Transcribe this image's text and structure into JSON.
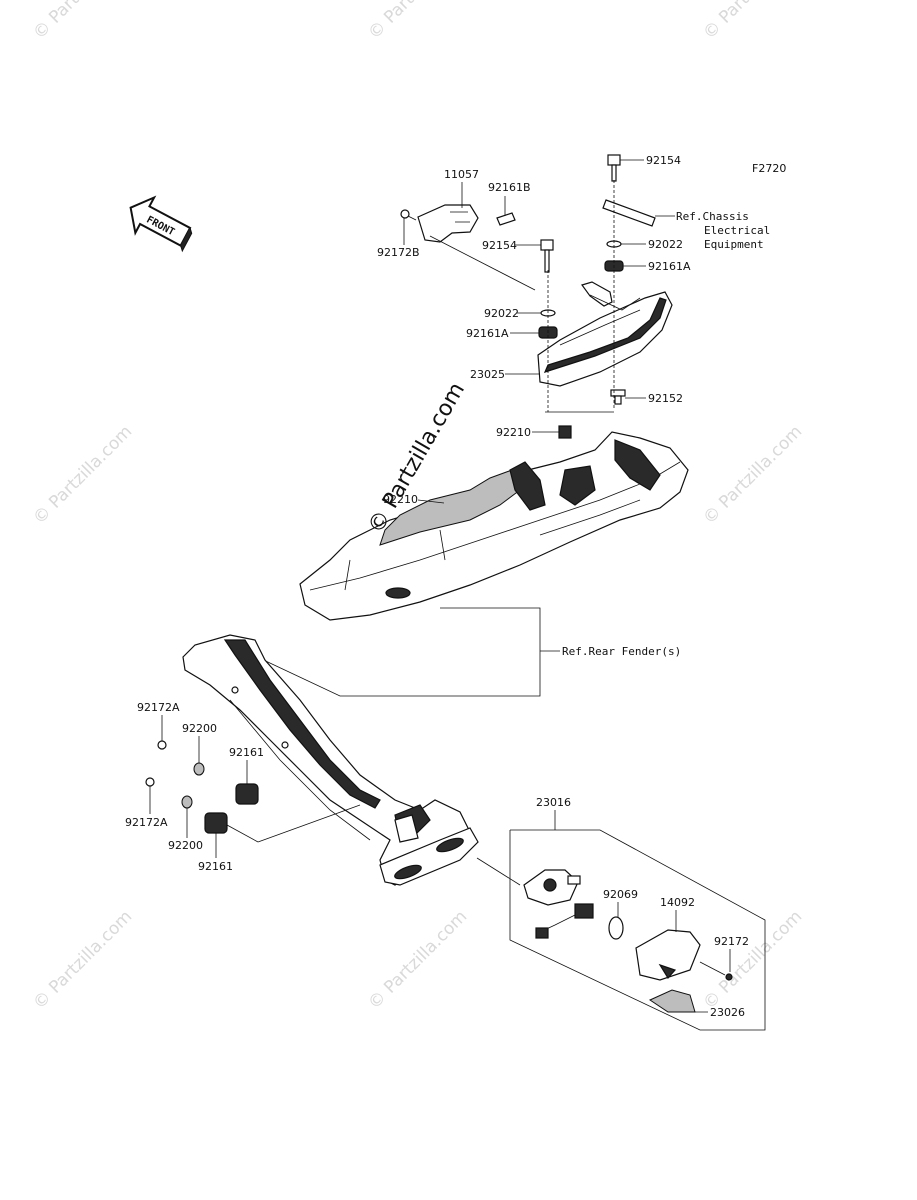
{
  "figure_code": "F2720",
  "front_arrow_label": "FRONT",
  "watermark_center": "© Partzilla.com",
  "watermark_tile": "© Partzilla.com",
  "parts": {
    "p11057": "11057",
    "p92161B": "92161B",
    "p92172B": "92172B",
    "p92154_a": "92154",
    "p92154_b": "92154",
    "p92022_a": "92022",
    "p92022_b": "92022",
    "p92161A_a": "92161A",
    "p92161A_b": "92161A",
    "p23025": "23025",
    "p92152": "92152",
    "p92210_a": "92210",
    "p92210_b": "92210",
    "p92172A_a": "92172A",
    "p92172A_b": "92172A",
    "p92200_a": "92200",
    "p92200_b": "92200",
    "p92161_a": "92161",
    "p92161_b": "92161",
    "p23016": "23016",
    "p92069": "92069",
    "p14092": "14092",
    "p92172": "92172",
    "p23026": "23026"
  },
  "refs": {
    "chassis_line1": "Ref.Chassis",
    "chassis_line2": "Electrical",
    "chassis_line3": "Equipment",
    "rear_fender": "Ref.Rear Fender(s)"
  }
}
